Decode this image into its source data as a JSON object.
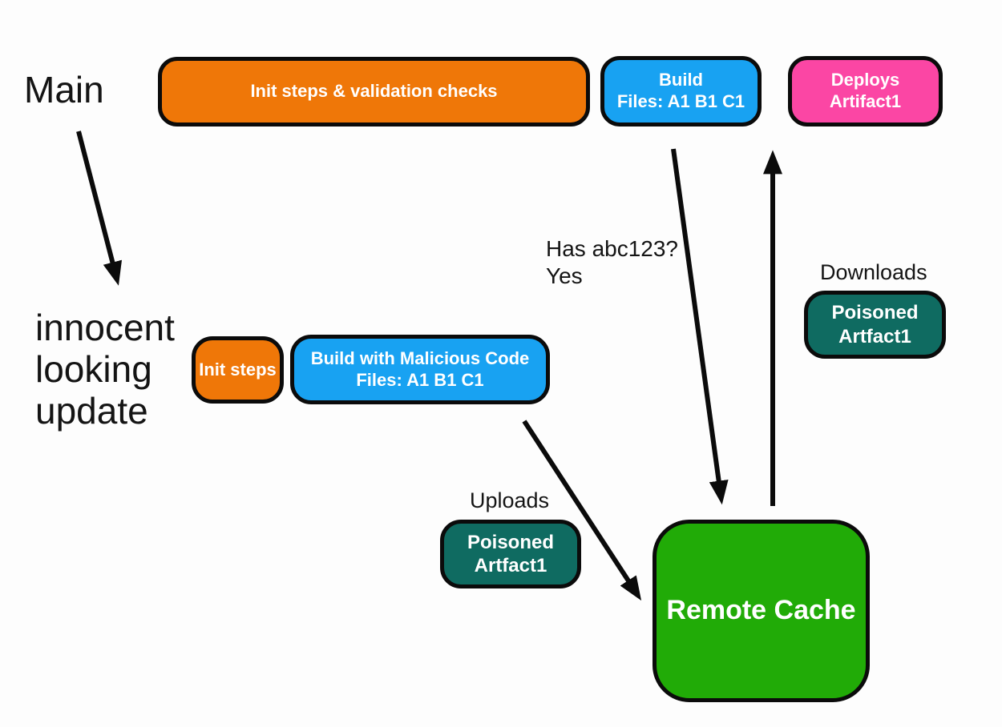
{
  "diagram": {
    "background": "#FDFDFD",
    "colors": {
      "orange": "#EF7708",
      "blue": "#18A2F2",
      "pink": "#FB46A4",
      "teal": "#0F6B61",
      "green": "#21AB07",
      "border": "#0B0B0B",
      "text_dark": "#141414",
      "text_light": "#FFFFFF"
    },
    "branch_labels": {
      "main": "Main",
      "update_line1": "innocent",
      "update_line2": "looking",
      "update_line3": "update"
    },
    "edge_labels": {
      "cache_check_line1": "Has abc123?",
      "cache_check_line2": "Yes",
      "uploads": "Uploads",
      "downloads": "Downloads"
    },
    "nodes": {
      "init_validation": {
        "label": "Init steps & validation checks"
      },
      "build": {
        "line1": "Build",
        "line2": "Files: A1 B1 C1"
      },
      "deploys": {
        "line1": "Deploys",
        "line2": "Artifact1"
      },
      "init_steps": {
        "label": "Init steps"
      },
      "build_malicious": {
        "line1": "Build with Malicious Code",
        "line2": "Files: A1 B1 C1"
      },
      "poisoned_upload": {
        "line1": "Poisoned",
        "line2": "Artfact1"
      },
      "poisoned_download": {
        "line1": "Poisoned",
        "line2": "Artfact1"
      },
      "remote_cache": {
        "label": "Remote Cache"
      }
    }
  }
}
